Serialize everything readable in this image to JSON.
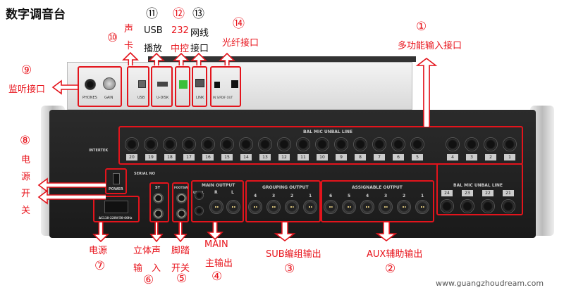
{
  "title": "数字调音台",
  "callouts": {
    "c1": {
      "num": "①",
      "label": "多功能输入接口"
    },
    "c2": {
      "num": "②",
      "label": "AUX辅助输出"
    },
    "c3": {
      "num": "③",
      "label": "SUB编组输出"
    },
    "c4": {
      "num": "④",
      "line1": "MAIN",
      "line2": "主输出"
    },
    "c5": {
      "num": "⑤",
      "line1": "脚踏",
      "line2": "开关"
    },
    "c6": {
      "num": "⑥",
      "line1": "立体声",
      "line2": "输　入"
    },
    "c7": {
      "num": "⑦",
      "label": "电源"
    },
    "c8": {
      "num": "⑧",
      "chars": [
        "电",
        "源",
        "开",
        "关"
      ]
    },
    "c9": {
      "num": "⑨",
      "label": "监听接口"
    },
    "c10": {
      "num": "⑩",
      "line1": "声",
      "line2": "卡"
    },
    "c11": {
      "num": "⑪",
      "line1": "USB",
      "line2": "播放"
    },
    "c12": {
      "num": "⑫",
      "line1": "232",
      "line2": "中控"
    },
    "c13": {
      "num": "⑬",
      "line1": "网线",
      "line2": "接口"
    },
    "c14": {
      "num": "⑭",
      "label": "光纤接口"
    }
  },
  "panel": {
    "phones": "PHONES",
    "gain": "GAIN",
    "usb": "USB",
    "udisk": "U-DISK",
    "link": "LINK",
    "spdif": "IN  S/PDIF  OUT"
  },
  "rear": {
    "bal_mic": "BAL MIC UNBAL LINE",
    "inputs_left": [
      "20",
      "19",
      "18",
      "17",
      "16",
      "15",
      "14",
      "13",
      "12",
      "11",
      "10",
      "9",
      "8",
      "7",
      "6",
      "5"
    ],
    "inputs_right": [
      "4",
      "3",
      "2",
      "1"
    ],
    "inputs_lower": [
      "24",
      "23",
      "22",
      "21"
    ],
    "serial": "SERIAL NO",
    "intertek": "INTERTEK",
    "power": "POWER",
    "ac": "AC110-220V/50-60Hz",
    "st": "ST",
    "footsw": "FOOTSW",
    "unbal": "UNBAL",
    "main_output": "MAIN OUTPUT",
    "main_ch": [
      "R",
      "L"
    ],
    "grouping_output": "GROUPING OUTPUT",
    "grouping_ch": [
      "4",
      "3",
      "2",
      "1"
    ],
    "assignable_output": "ASSIGNABLE OUTPUT",
    "assignable_ch": [
      "6",
      "5",
      "4",
      "3",
      "2",
      "1"
    ]
  },
  "watermark": "www.guangzhoudream.com",
  "colors": {
    "accent": "#e3141c"
  }
}
